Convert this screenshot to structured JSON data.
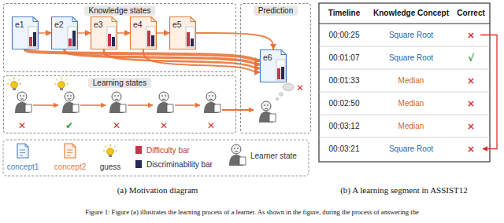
{
  "diagram": {
    "caption": "Figure 1: Figure (a) illustrates the learning process of a learner. As shown in the figure, during the process of answering the",
    "nodes": [
      {
        "text": [
          "Knowledge states"
        ]
      },
      {
        "text": [
          "e1"
        ],
        "in": 0
      },
      {
        "text": [
          "e2"
        ],
        "in": 0
      },
      {
        "text": [
          "e3"
        ],
        "in": 0
      },
      {
        "text": [
          "e4"
        ],
        "in": 0
      },
      {
        "text": [
          "e5"
        ],
        "in": 0
      },
      {
        "text": [
          "Prediction"
        ]
      },
      {
        "text": [
          "e6"
        ],
        "in": 6
      },
      {
        "text": [
          "Learning states"
        ]
      }
    ],
    "edges": [
      {
        "from": 1,
        "to": 2,
        "arrow": "to"
      },
      {
        "from": 2,
        "to": 3,
        "arrow": "to"
      },
      {
        "from": 3,
        "to": 4,
        "arrow": "to"
      },
      {
        "from": 4,
        "to": 5,
        "arrow": "to"
      },
      {
        "from": 1,
        "to": 7,
        "arrow": "to"
      },
      {
        "from": 2,
        "to": 7,
        "arrow": "to"
      },
      {
        "from": 3,
        "to": 7,
        "arrow": "to"
      },
      {
        "from": 4,
        "to": 7,
        "arrow": "to"
      },
      {
        "from": 5,
        "to": 7,
        "arrow": "to"
      }
    ],
    "labels": [
      "(a) Motivation diagram",
      "(b) A learning segment in ASSIST12",
      "Timeline",
      "Knowledge Concept",
      "Correct",
      "00:00:25",
      "Square Root",
      "×",
      "00:01:07",
      "Square Root",
      "√",
      "00:01:33",
      "Median",
      "×",
      "00:02:50",
      "Median",
      "×",
      "00:03:12",
      "Median",
      "×",
      "00:03:21",
      "Square Root",
      "×",
      "✕",
      "✔",
      "✕",
      "✕",
      "✕",
      "✕"
    ],
    "legend": [
      {
        "text": "concept1"
      },
      {
        "text": "concept2"
      },
      {
        "text": "guess"
      },
      {
        "text": "Difficulty bar",
        "color": "#c8344a"
      },
      {
        "text": "Discriminability bar",
        "color": "#262b57"
      },
      {
        "text": "Learner state"
      }
    ]
  }
}
